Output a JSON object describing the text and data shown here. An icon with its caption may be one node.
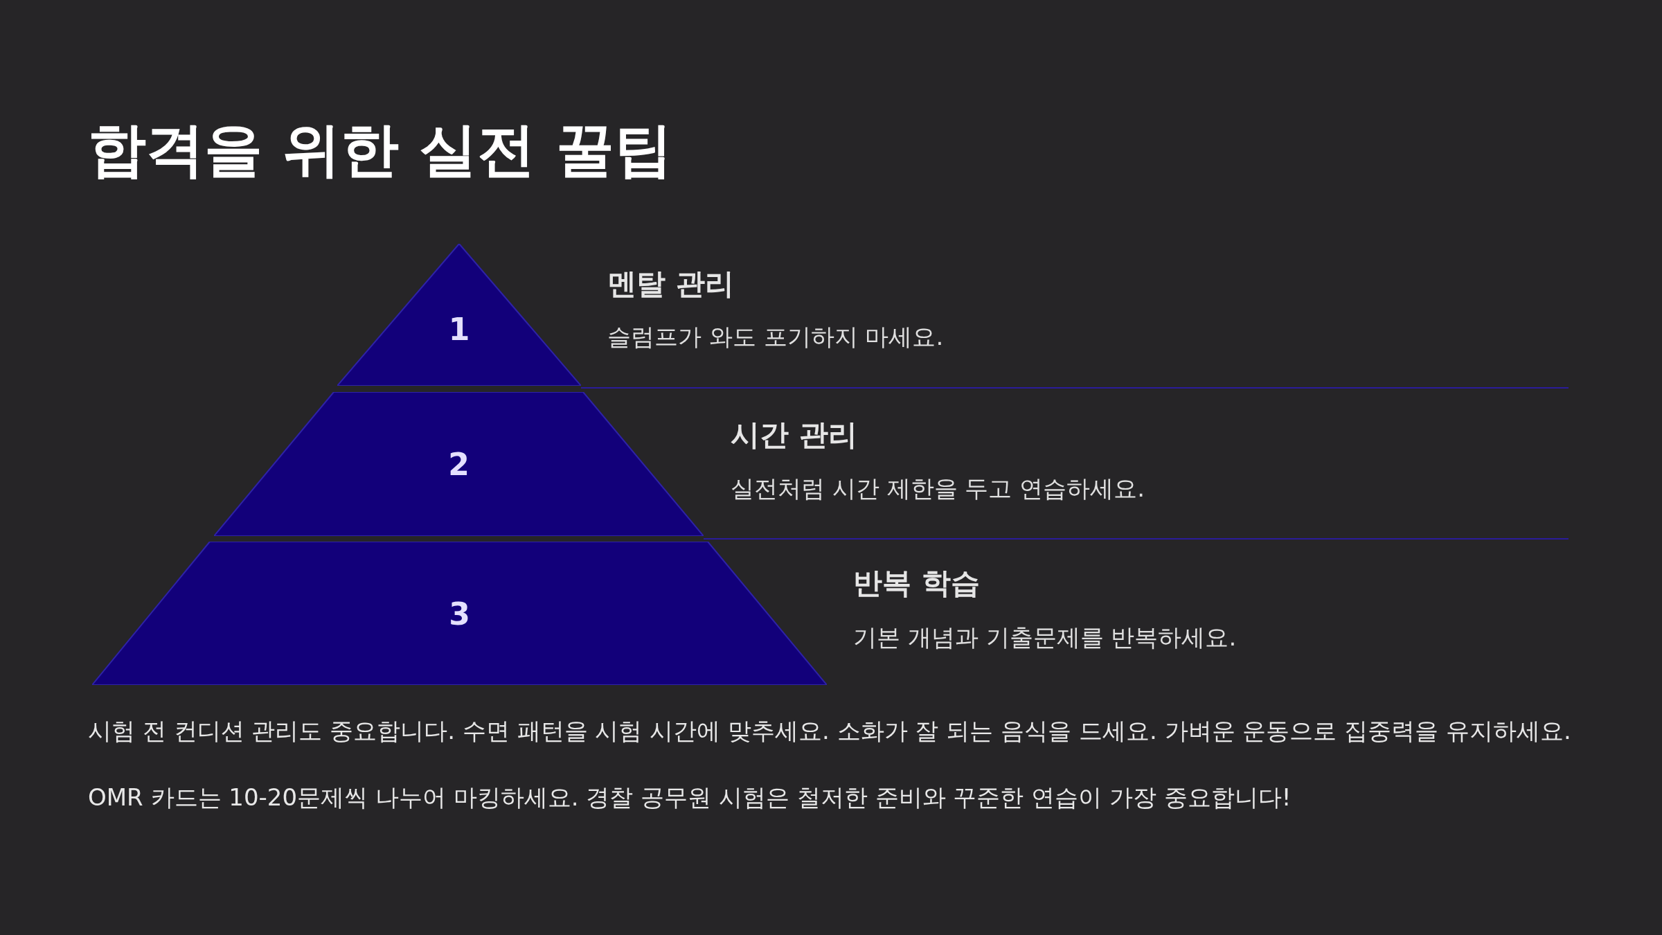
{
  "diagram": {
    "title": "합격을 위한 실전 꿀팁",
    "nodes": [
      {
        "text": [
          "1"
        ],
        "beside": [
          "멘탈 관리",
          "슬럼프가 와도 포기하지 마세요."
        ]
      },
      {
        "text": [
          "2"
        ],
        "beside": [
          "시간 관리",
          "실전처럼 시간 제한을 두고 연습하세요."
        ]
      },
      {
        "text": [
          "3"
        ],
        "beside": [
          "반복 학습",
          "기본 개념과 기출문제를 반복하세요."
        ]
      }
    ],
    "edges": [],
    "labels": [
      "시험 전 컨디션 관리도 중요합니다. 수면 패턴을 시험 시간에 맞추세요. 소화가 잘 되는 음식을 드세요. 가벼운 운동으로 집중력을 유지하세요.",
      "OMR 카드는 10-20문제씩 나누어 마킹하세요. 경찰 공무원 시험은 철저한 준비와 꾸준한 연습이 가장 중요합니다!"
    ]
  }
}
